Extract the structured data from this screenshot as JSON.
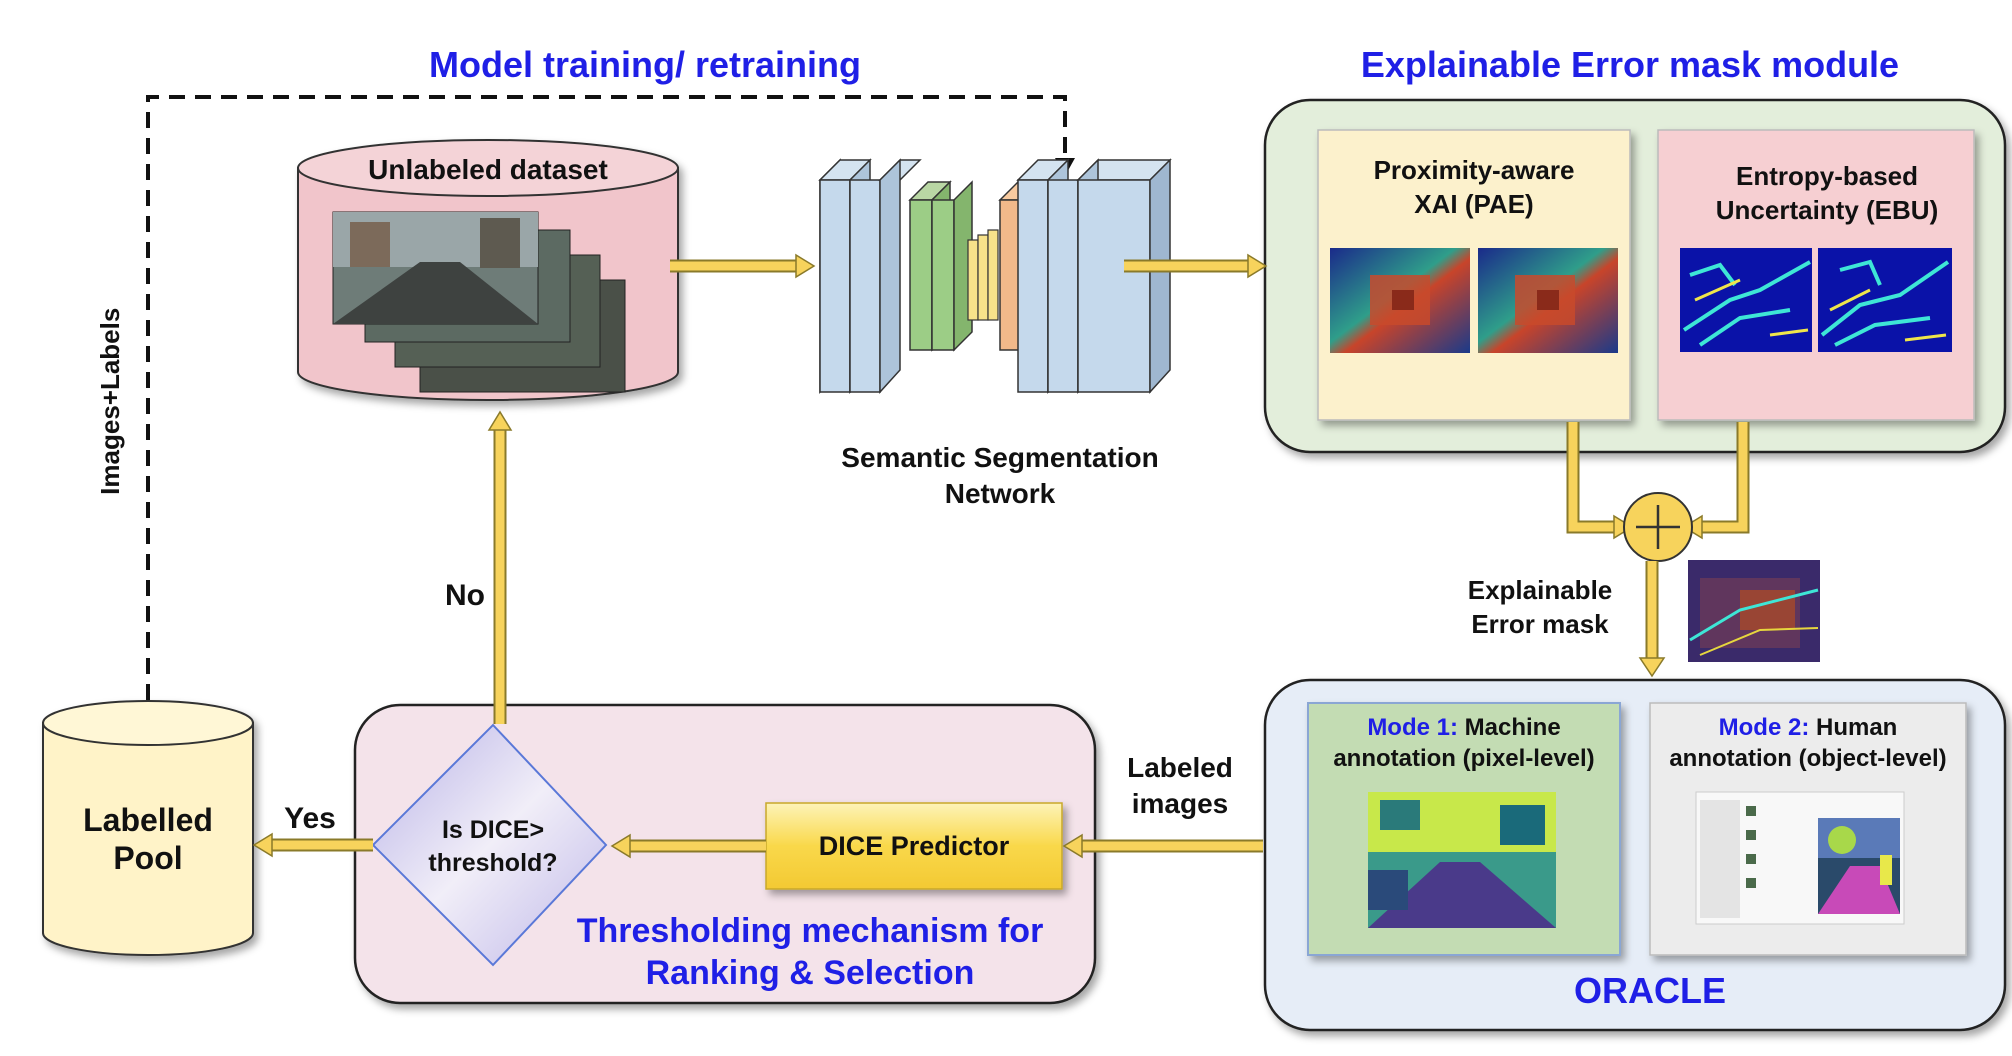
{
  "titles": {
    "model_training": "Model training/ retraining",
    "explainable_module": "Explainable Error mask module",
    "thresholding_line1": "Thresholding mechanism for",
    "thresholding_line2": "Ranking & Selection",
    "oracle": "ORACLE"
  },
  "labels": {
    "unlabeled_dataset": "Unlabeled dataset",
    "labelled_pool_line1": "Labelled",
    "labelled_pool_line2": "Pool",
    "images_labels": "Images+Labels",
    "network_line1": "Semantic Segmentation",
    "network_line2": "Network",
    "pae_line1": "Proximity-aware",
    "pae_line2": "XAI (PAE)",
    "ebu_line1": "Entropy-based",
    "ebu_line2": "Uncertainty (EBU)",
    "error_mask_line1": "Explainable",
    "error_mask_line2": "Error mask",
    "mode1_prefix": "Mode 1:",
    "mode1_rest": " Machine",
    "mode1_line2": "annotation (pixel-level)",
    "mode2_prefix": "Mode 2:",
    "mode2_rest": " Human",
    "mode2_line2": "annotation (object-level)",
    "labeled_images_line1": "Labeled",
    "labeled_images_line2": "images",
    "dice_predictor": "DICE Predictor",
    "decision_line1": "Is DICE>",
    "decision_line2": "threshold?",
    "no": "No",
    "yes": "Yes"
  },
  "colors": {
    "title_blue": "#1f1fe6",
    "arrow_fill": "#f7d35c",
    "arrow_stroke": "#8a7a2a",
    "green_panel": "#e3eedb",
    "pink_panel": "#f4e3ea",
    "oracle_panel": "#e6edf7"
  },
  "icons": {
    "plus": "plus-circle-icon",
    "decision": "diamond-icon",
    "database": "cylinder-icon"
  }
}
